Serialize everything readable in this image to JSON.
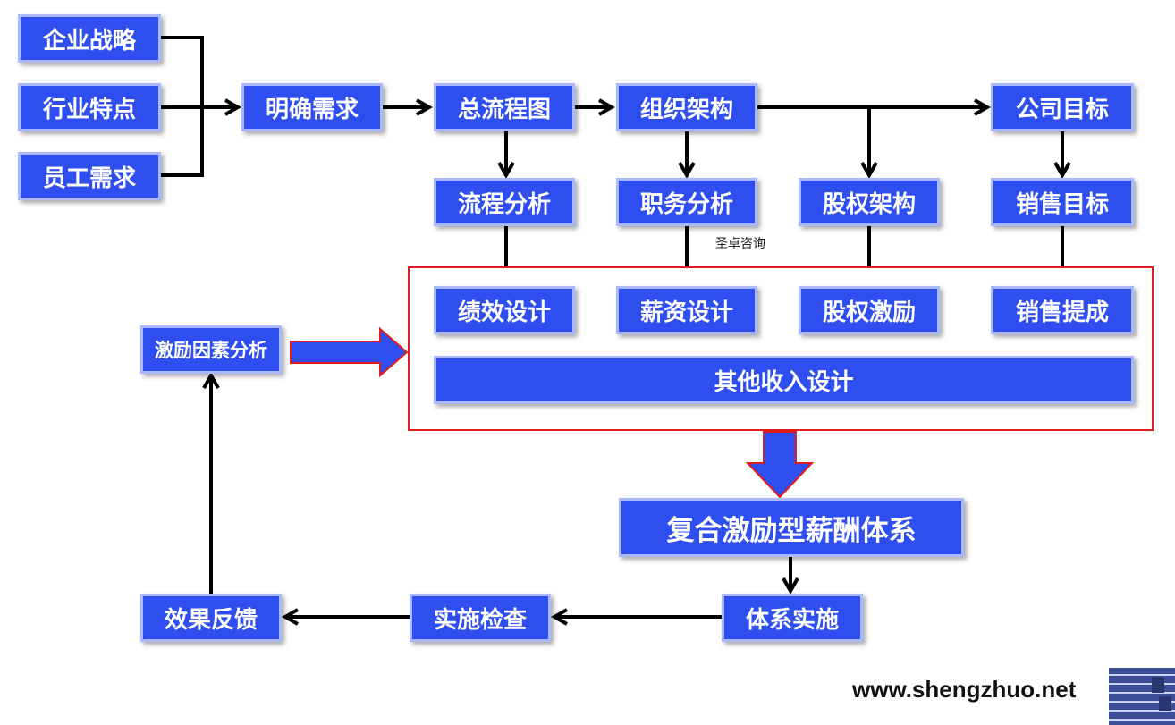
{
  "nodes": {
    "qiye_zhanlue": "企业战略",
    "hangye_tedian": "行业特点",
    "yuangong_xuqiu": "员工需求",
    "mingque_xuqiu": "明确需求",
    "zong_liuchengtu": "总流程图",
    "zuzhi_jiagou": "组织架构",
    "gongsi_mubiao": "公司目标",
    "liucheng_fenxi": "流程分析",
    "zhiwu_fenxi": "职务分析",
    "guquan_jiagou": "股权架构",
    "xiaoshou_mubiao": "销售目标",
    "jixiao_sheji": "绩效设计",
    "xinzi_sheji": "薪资设计",
    "guquan_jili": "股权激励",
    "xiaoshou_ticheng": "销售提成",
    "qita_shouru": "其他收入设计",
    "jili_yinsu": "激励因素分析",
    "fuhe_xinchou": "复合激励型薪酬体系",
    "tixi_shishi": "体系实施",
    "shishi_jiancha": "实施检查",
    "xiaoguo_fankui": "效果反馈"
  },
  "watermark": "圣卓咨询",
  "site_url": "www.shengzhuo.net",
  "colors": {
    "box_fill": "#2f4ef0",
    "box_border": "#aab8ff",
    "arrow": "#000000",
    "red_frame": "#e11b1b",
    "big_arrow_fill": "#2f4ef0",
    "big_arrow_stroke": "#e11b1b"
  }
}
